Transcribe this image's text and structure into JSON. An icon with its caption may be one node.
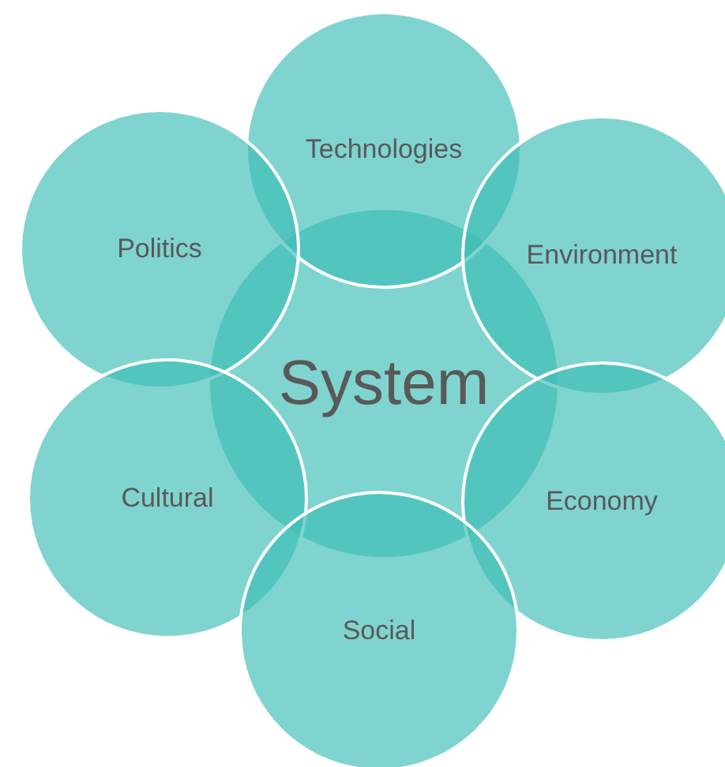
{
  "diagram": {
    "nodes": [
      {
        "text": [
          "Technologies"
        ]
      },
      {
        "text": [
          "Politics"
        ]
      },
      {
        "text": [
          "Environment"
        ]
      },
      {
        "text": [
          "System"
        ]
      },
      {
        "text": [
          "Cultural"
        ]
      },
      {
        "text": [
          "Economy"
        ]
      },
      {
        "text": [
          "Social"
        ]
      }
    ]
  }
}
